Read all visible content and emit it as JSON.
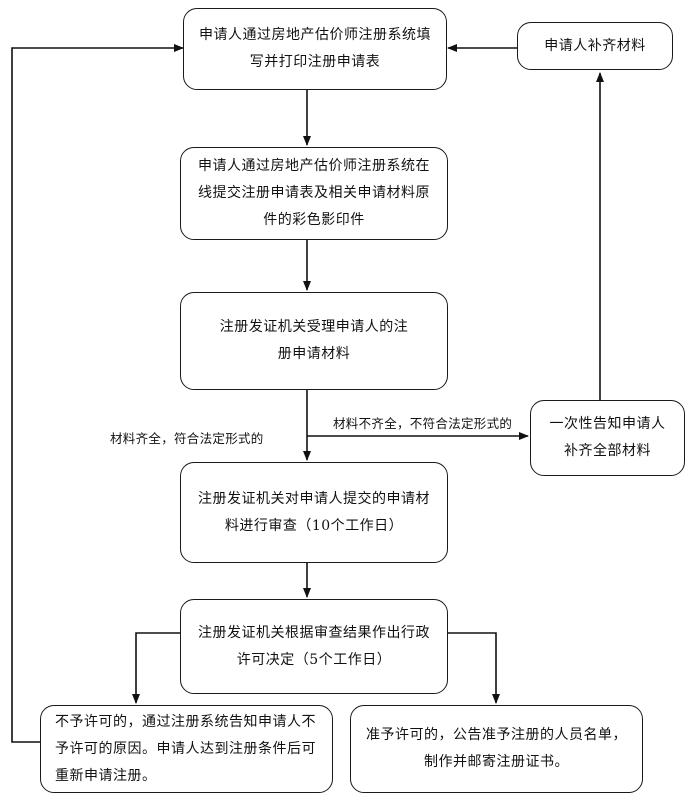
{
  "nodes": {
    "fill_form": "申请人通过房地产估价师注册系统填写并打印注册申请表",
    "submit_online": "申请人通过房地产估价师注册系统在线提交注册申请表及相关申请材料原件的彩色影印件",
    "accept": "注册发证机关受理申请人的注册申请材料",
    "review": "注册发证机关对申请人提交的申请材料进行审查（10个工作日）",
    "decision": "注册发证机关根据审查结果作出行政许可决定（5个工作日）",
    "deny": "不予许可的，通过注册系统告知申请人不予许可的原因。申请人达到注册条件后可重新申请注册。",
    "approve": "准予许可的，公告准予注册的人员名单，制作并邮寄注册证书。",
    "notify_supplement": "一次性告知申请人补齐全部材料",
    "supplement": "申请人补齐材料"
  },
  "edge_labels": {
    "complete": "材料齐全，符合法定形式的",
    "incomplete": "材料不齐全，不符合法定形式的"
  }
}
